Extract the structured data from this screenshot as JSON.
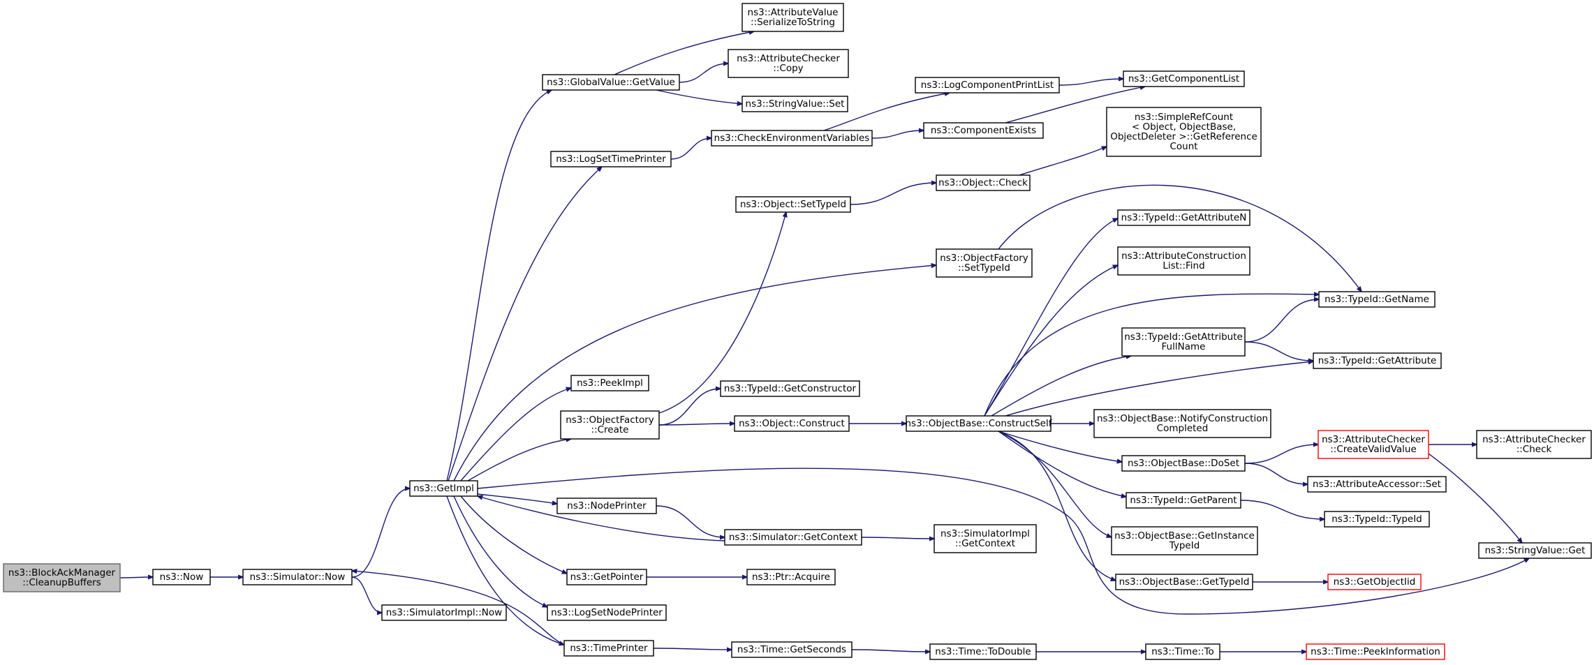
{
  "diagram": {
    "nodes": [
      {
        "id": "root",
        "label": [
          "ns3::BlockAckManager",
          "::CleanupBuffers"
        ],
        "style": "root"
      },
      {
        "id": "now",
        "label": [
          "ns3::Now"
        ],
        "style": "normal"
      },
      {
        "id": "simnow",
        "label": [
          "ns3::Simulator::Now"
        ],
        "style": "normal"
      },
      {
        "id": "getimpl",
        "label": [
          "ns3::GetImpl"
        ],
        "style": "normal"
      },
      {
        "id": "simimplnow",
        "label": [
          "ns3::SimulatorImpl::Now"
        ],
        "style": "normal"
      },
      {
        "id": "gvgetvalue",
        "label": [
          "ns3::GlobalValue::GetValue"
        ],
        "style": "normal"
      },
      {
        "id": "avser",
        "label": [
          "ns3::AttributeValue",
          "::SerializeToString"
        ],
        "style": "normal"
      },
      {
        "id": "accopy",
        "label": [
          "ns3::AttributeChecker",
          "::Copy"
        ],
        "style": "normal"
      },
      {
        "id": "svset",
        "label": [
          "ns3::StringValue::Set"
        ],
        "style": "normal"
      },
      {
        "id": "logsettp",
        "label": [
          "ns3::LogSetTimePrinter"
        ],
        "style": "normal"
      },
      {
        "id": "checkenv",
        "label": [
          "ns3::CheckEnvironmentVariables"
        ],
        "style": "normal"
      },
      {
        "id": "logcpl",
        "label": [
          "ns3::LogComponentPrintList"
        ],
        "style": "normal"
      },
      {
        "id": "getcomplist",
        "label": [
          "ns3::GetComponentList"
        ],
        "style": "normal"
      },
      {
        "id": "compexists",
        "label": [
          "ns3::ComponentExists"
        ],
        "style": "normal"
      },
      {
        "id": "srcgetref",
        "label": [
          "ns3::SimpleRefCount",
          "< Object, ObjectBase,",
          "ObjectDeleter >::GetReference",
          "Count"
        ],
        "style": "normal"
      },
      {
        "id": "objcheck",
        "label": [
          "ns3::Object::Check"
        ],
        "style": "normal"
      },
      {
        "id": "objsettid",
        "label": [
          "ns3::Object::SetTypeId"
        ],
        "style": "normal"
      },
      {
        "id": "ofsettid",
        "label": [
          "ns3::ObjectFactory",
          "::SetTypeId"
        ],
        "style": "normal"
      },
      {
        "id": "tidgetattrn",
        "label": [
          "ns3::TypeId::GetAttributeN"
        ],
        "style": "normal"
      },
      {
        "id": "aclfind",
        "label": [
          "ns3::AttributeConstruction",
          "List::Find"
        ],
        "style": "normal"
      },
      {
        "id": "tidgetname",
        "label": [
          "ns3::TypeId::GetName"
        ],
        "style": "normal"
      },
      {
        "id": "tidgetattrfn",
        "label": [
          "ns3::TypeId::GetAttribute",
          "FullName"
        ],
        "style": "normal"
      },
      {
        "id": "tidgetattr",
        "label": [
          "ns3::TypeId::GetAttribute"
        ],
        "style": "normal"
      },
      {
        "id": "peekimpl",
        "label": [
          "ns3::PeekImpl"
        ],
        "style": "normal"
      },
      {
        "id": "tidgetctor",
        "label": [
          "ns3::TypeId::GetConstructor"
        ],
        "style": "normal"
      },
      {
        "id": "ofcreate",
        "label": [
          "ns3::ObjectFactory",
          "::Create"
        ],
        "style": "normal"
      },
      {
        "id": "objconstruct",
        "label": [
          "ns3::Object::Construct"
        ],
        "style": "normal"
      },
      {
        "id": "obconstructself",
        "label": [
          "ns3::ObjectBase::ConstructSelf"
        ],
        "style": "normal"
      },
      {
        "id": "obnotify",
        "label": [
          "ns3::ObjectBase::NotifyConstruction",
          "Completed"
        ],
        "style": "normal"
      },
      {
        "id": "accreate",
        "label": [
          "ns3::AttributeChecker",
          "::CreateValidValue"
        ],
        "style": "truncated"
      },
      {
        "id": "accheck",
        "label": [
          "ns3::AttributeChecker",
          "::Check"
        ],
        "style": "normal"
      },
      {
        "id": "obdoset",
        "label": [
          "ns3::ObjectBase::DoSet"
        ],
        "style": "normal"
      },
      {
        "id": "aaset",
        "label": [
          "ns3::AttributeAccessor::Set"
        ],
        "style": "normal"
      },
      {
        "id": "nodeprinter",
        "label": [
          "ns3::NodePrinter"
        ],
        "style": "normal"
      },
      {
        "id": "tidgetparent",
        "label": [
          "ns3::TypeId::GetParent"
        ],
        "style": "normal"
      },
      {
        "id": "tidtypeid",
        "label": [
          "ns3::TypeId::TypeId"
        ],
        "style": "normal"
      },
      {
        "id": "simgetctx",
        "label": [
          "ns3::Simulator::GetContext"
        ],
        "style": "normal"
      },
      {
        "id": "simimplgetctx",
        "label": [
          "ns3::SimulatorImpl",
          "::GetContext"
        ],
        "style": "normal"
      },
      {
        "id": "obgetinst",
        "label": [
          "ns3::ObjectBase::GetInstance",
          "TypeId"
        ],
        "style": "normal"
      },
      {
        "id": "svget",
        "label": [
          "ns3::StringValue::Get"
        ],
        "style": "normal"
      },
      {
        "id": "getpointer",
        "label": [
          "ns3::GetPointer"
        ],
        "style": "normal"
      },
      {
        "id": "ptracquire",
        "label": [
          "ns3::Ptr::Acquire"
        ],
        "style": "normal"
      },
      {
        "id": "obgettid",
        "label": [
          "ns3::ObjectBase::GetTypeId"
        ],
        "style": "normal"
      },
      {
        "id": "getobjiid",
        "label": [
          "ns3::GetObjectIid"
        ],
        "style": "truncated"
      },
      {
        "id": "logsetnp",
        "label": [
          "ns3::LogSetNodePrinter"
        ],
        "style": "normal"
      },
      {
        "id": "timeprinter",
        "label": [
          "ns3::TimePrinter"
        ],
        "style": "normal"
      },
      {
        "id": "timegetsec",
        "label": [
          "ns3::Time::GetSeconds"
        ],
        "style": "normal"
      },
      {
        "id": "timetodouble",
        "label": [
          "ns3::Time::ToDouble"
        ],
        "style": "normal"
      },
      {
        "id": "timeto",
        "label": [
          "ns3::Time::To"
        ],
        "style": "normal"
      },
      {
        "id": "timepeek",
        "label": [
          "ns3::Time::PeekInformation"
        ],
        "style": "truncated"
      }
    ],
    "edges": [
      [
        "root",
        "now"
      ],
      [
        "now",
        "simnow"
      ],
      [
        "simnow",
        "getimpl"
      ],
      [
        "simnow",
        "simimplnow"
      ],
      [
        "getimpl",
        "gvgetvalue"
      ],
      [
        "gvgetvalue",
        "avser"
      ],
      [
        "gvgetvalue",
        "accopy"
      ],
      [
        "gvgetvalue",
        "svset"
      ],
      [
        "getimpl",
        "logsettp"
      ],
      [
        "logsettp",
        "checkenv"
      ],
      [
        "checkenv",
        "logcpl"
      ],
      [
        "checkenv",
        "compexists"
      ],
      [
        "logcpl",
        "getcomplist"
      ],
      [
        "compexists",
        "getcomplist"
      ],
      [
        "getimpl",
        "ofsettid"
      ],
      [
        "ofsettid",
        "tidgetname"
      ],
      [
        "getimpl",
        "peekimpl"
      ],
      [
        "getimpl",
        "ofcreate"
      ],
      [
        "ofcreate",
        "objsettid"
      ],
      [
        "objsettid",
        "objcheck"
      ],
      [
        "objcheck",
        "srcgetref"
      ],
      [
        "ofcreate",
        "tidgetctor"
      ],
      [
        "ofcreate",
        "objconstruct"
      ],
      [
        "objconstruct",
        "obconstructself"
      ],
      [
        "obconstructself",
        "tidgetattrn"
      ],
      [
        "obconstructself",
        "aclfind"
      ],
      [
        "obconstructself",
        "tidgetname"
      ],
      [
        "obconstructself",
        "tidgetattrfn"
      ],
      [
        "obconstructself",
        "tidgetattr"
      ],
      [
        "obconstructself",
        "obnotify"
      ],
      [
        "obconstructself",
        "obdoset"
      ],
      [
        "obconstructself",
        "tidgetparent"
      ],
      [
        "obconstructself",
        "obgetinst"
      ],
      [
        "obconstructself",
        "obgettid"
      ],
      [
        "tidgetattrfn",
        "tidgetname"
      ],
      [
        "tidgetattrfn",
        "tidgetattr"
      ],
      [
        "obdoset",
        "accreate"
      ],
      [
        "obdoset",
        "aaset"
      ],
      [
        "accreate",
        "accheck"
      ],
      [
        "accreate",
        "svget"
      ],
      [
        "tidgetparent",
        "tidtypeid"
      ],
      [
        "obgettid",
        "getobjiid"
      ],
      [
        "getimpl",
        "svget"
      ],
      [
        "getimpl",
        "nodeprinter"
      ],
      [
        "nodeprinter",
        "simgetctx"
      ],
      [
        "simgetctx",
        "getimpl"
      ],
      [
        "simgetctx",
        "simimplgetctx"
      ],
      [
        "getimpl",
        "getpointer"
      ],
      [
        "getpointer",
        "ptracquire"
      ],
      [
        "getimpl",
        "logsetnp"
      ],
      [
        "getimpl",
        "timeprinter"
      ],
      [
        "timeprinter",
        "simnow"
      ],
      [
        "timeprinter",
        "timegetsec"
      ],
      [
        "timegetsec",
        "timetodouble"
      ],
      [
        "timetodouble",
        "timeto"
      ],
      [
        "timeto",
        "timepeek"
      ]
    ]
  }
}
